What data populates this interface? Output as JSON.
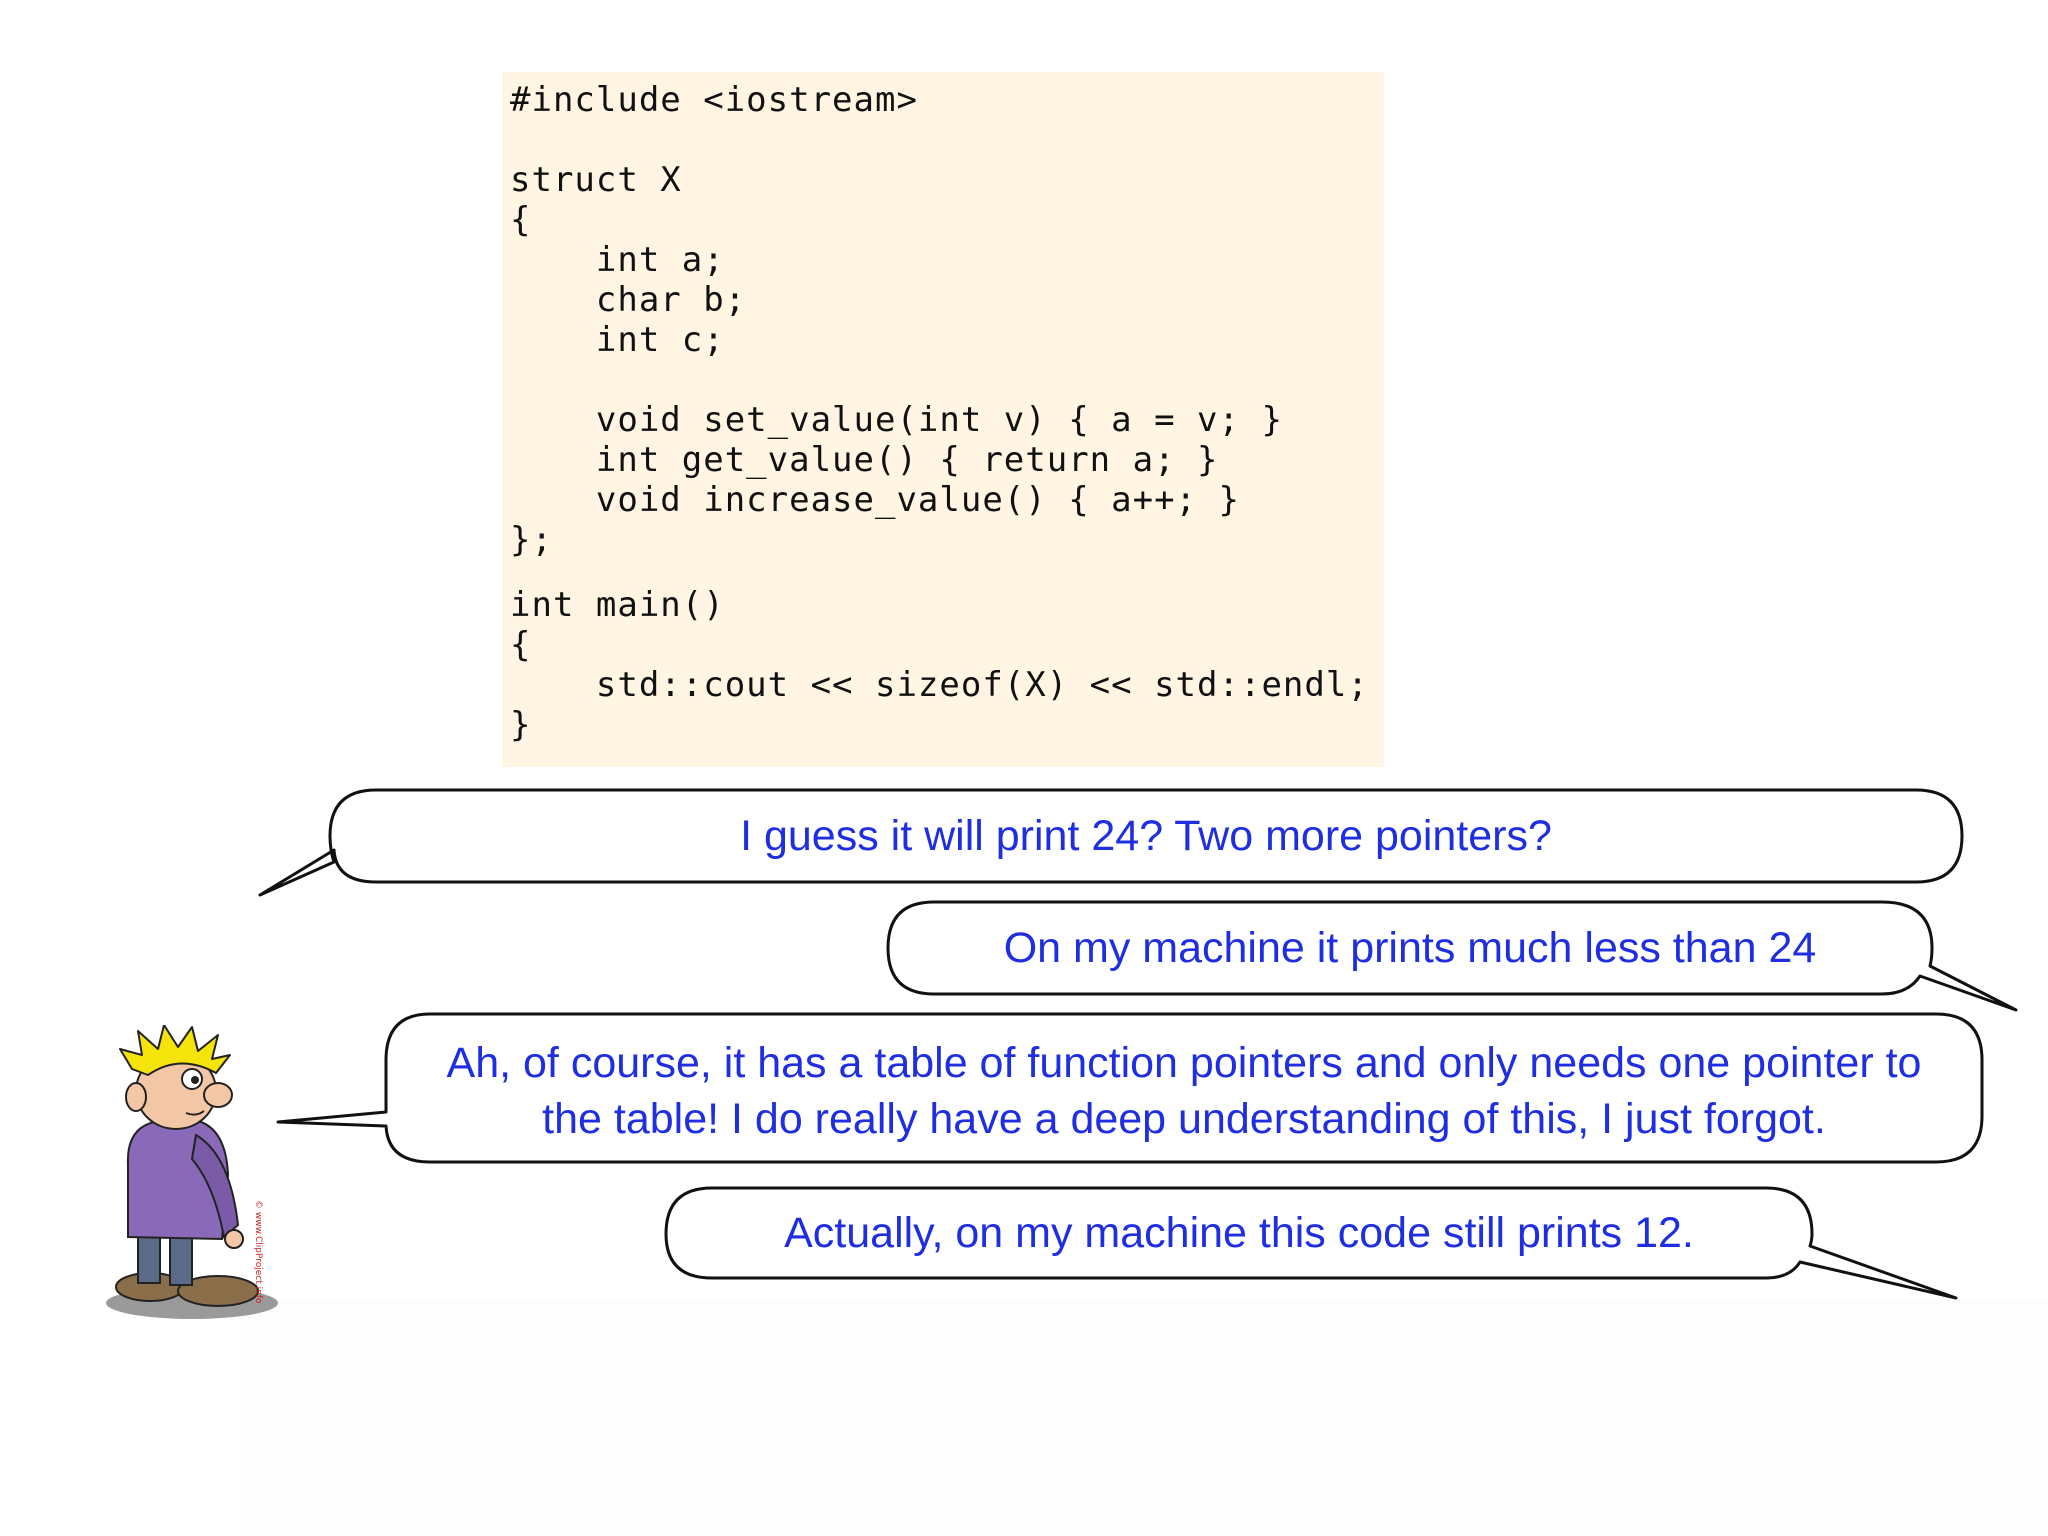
{
  "code": {
    "lines": [
      "#include <iostream>",
      "",
      "struct X",
      "{",
      "    int a;",
      "    char b;",
      "    int c;",
      "",
      "    void set_value(int v) { a = v; }",
      "    int get_value() { return a; }",
      "    void increase_value() { a++; }",
      "};",
      "",
      "int main()",
      "{",
      "    std::cout << sizeof(X) << std::endl;",
      "}"
    ]
  },
  "bubbles": {
    "b1": "I guess it will print 24? Two more pointers?",
    "b2": "On my machine it prints much less than 24",
    "b3_line1": "Ah, of course, it has a table of function pointers and only needs one pointer to",
    "b3_line2": "the table! I do really have a deep understanding of this, I just forgot.",
    "b4": "Actually, on my machine this code still prints 12."
  },
  "character": {
    "icon": "cartoon-boy-icon",
    "watermark": "© www.ClipProject.info"
  },
  "colors": {
    "code_background": "#fff5e2",
    "bubble_text": "#1e2ee0",
    "bubble_border": "#111111"
  }
}
